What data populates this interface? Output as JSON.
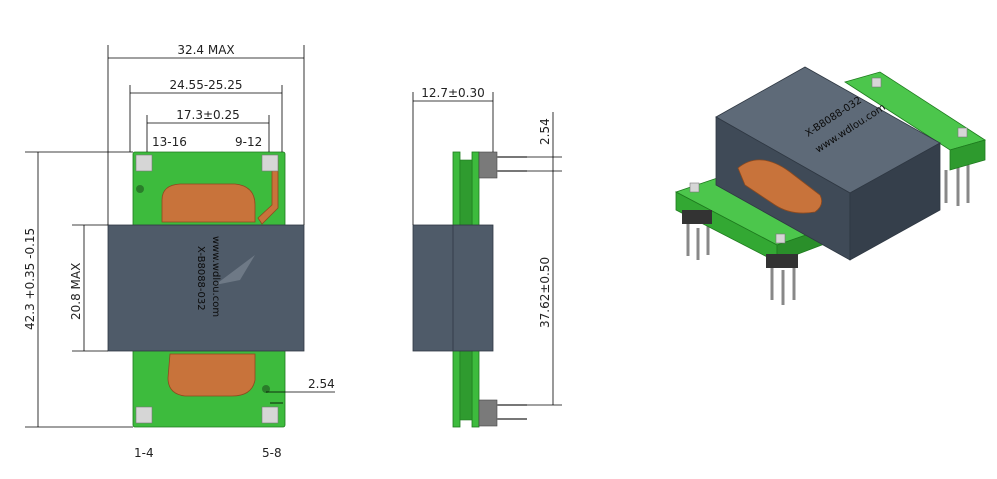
{
  "front_view": {
    "dim_overall_width": "32.4 MAX",
    "dim_core_width": "24.55-25.25",
    "dim_pad_spacing": "17.3±0.25",
    "pin_label_tl": "13-16",
    "pin_label_tr": "9-12",
    "pin_label_bl": "1-4",
    "pin_label_br": "5-8",
    "dim_height": "42.3 +0.35 -0.15",
    "dim_core_height": "20.8 MAX",
    "dim_pin_pitch": "2.54",
    "core_marking_1": "X-B8088-032",
    "core_marking_2": "www.wdlou.com"
  },
  "side_view": {
    "dim_depth": "12.7±0.30",
    "dim_pin_pitch": "2.54",
    "dim_pin_row_span": "37.62±0.50"
  },
  "iso_view": {
    "core_marking_1": "X-B8088-032",
    "core_marking_2": "www.wdlou.com"
  },
  "colors": {
    "pcb": "#3dbb3d",
    "core": "#4f5b69",
    "copper": "#c8733b",
    "pins": "#bdbdbd"
  }
}
